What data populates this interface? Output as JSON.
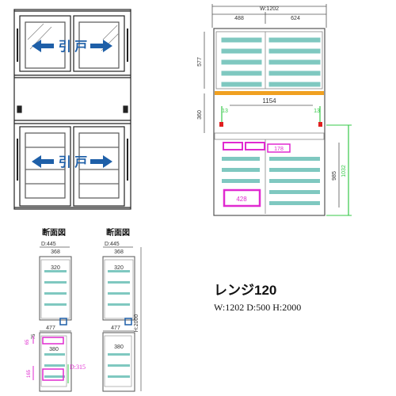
{
  "product": {
    "name": "レンジ120",
    "dimensions": "W:1202 D:500 H:2000"
  },
  "front_view": {
    "upper_label": "引 戸",
    "lower_label": "引 戸"
  },
  "interior_view": {
    "overall_width": "W:1202",
    "left_width": "488",
    "right_width": "624",
    "upper_height": "577",
    "middle_height": "360",
    "counter_width": "1154",
    "left_small": "13",
    "right_small": "13",
    "drawer_label": "178",
    "lower_label": "428",
    "lower_height": "985",
    "right_bracket": "1032"
  },
  "sections": [
    {
      "title": "断面図",
      "depth": "D:445",
      "inner_depth": "368",
      "upper_inner": "320",
      "mid_depth": "477",
      "lower_inner": "380",
      "left_marks": [
        "65",
        "75"
      ],
      "bottom_mark": "165",
      "side_depth": "D:315"
    },
    {
      "title": "断面図",
      "depth": "D:445",
      "inner_depth": "368",
      "upper_inner": "320",
      "mid_depth": "477",
      "lower_inner": "380",
      "total_height": "H:2000"
    }
  ],
  "colors": {
    "shelf": "#7fc8c0",
    "magenta": "#e02ad0",
    "green": "#37c84a",
    "orange": "#f0a020",
    "blue": "#1e5fa8"
  }
}
